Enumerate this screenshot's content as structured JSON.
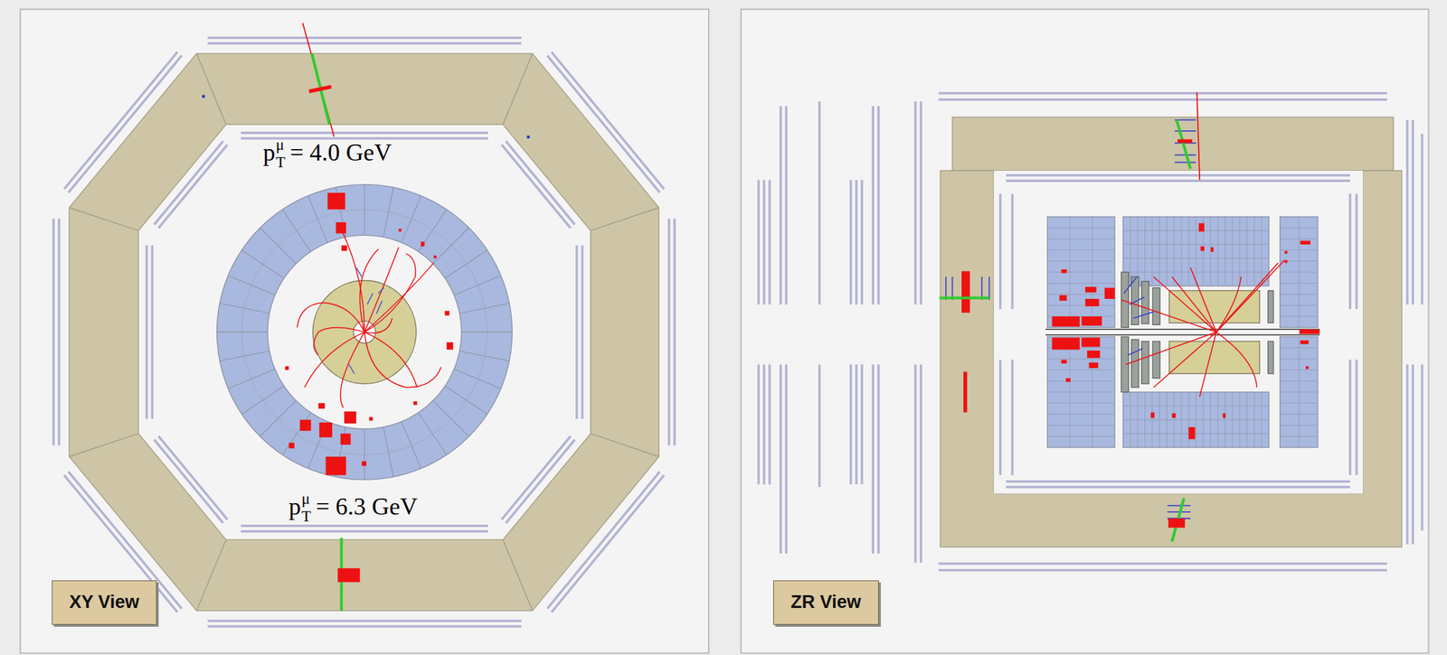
{
  "diagram": {
    "nodes": [
      {
        "text": [
          "XY View"
        ]
      },
      {
        "text": [
          "ZR View"
        ]
      }
    ],
    "labels": [
      "p",
      "T",
      "μ",
      "= 4.0 GeV",
      "p",
      "T",
      "μ",
      "= 6.3 GeV"
    ]
  }
}
